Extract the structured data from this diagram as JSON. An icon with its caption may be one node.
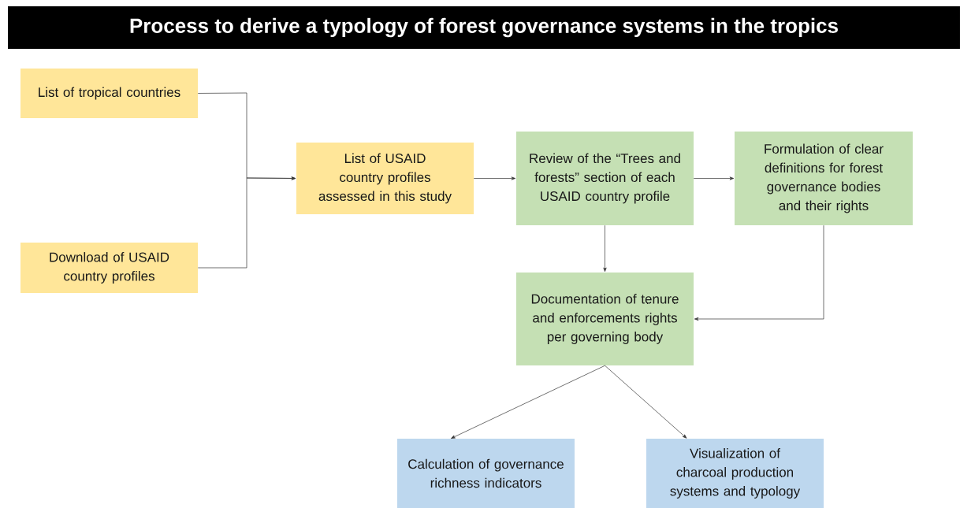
{
  "diagram": {
    "title": "Process to derive a typology of forest governance systems in the tropics",
    "nodes": [
      {
        "text": [
          "List of tropical countries"
        ]
      },
      {
        "text": [
          "Download of USAID country profiles"
        ]
      },
      {
        "text": [
          "List of USAID country profiles assessed in this study"
        ]
      },
      {
        "text": [
          "Review of the “Trees and forests” section of each USAID country profile"
        ]
      },
      {
        "text": [
          "Formulation of clear definitions for forest governance bodies and their rights"
        ]
      },
      {
        "text": [
          "Documentation of tenure and enforcements rights per governing body"
        ]
      },
      {
        "text": [
          "Calculation of governance richness indicators"
        ]
      },
      {
        "text": [
          "Visualization of charcoal production systems and typology"
        ]
      }
    ],
    "edges": [
      {
        "from": 0,
        "to": 2,
        "arrow": "to"
      },
      {
        "from": 1,
        "to": 2,
        "arrow": "to"
      },
      {
        "from": 2,
        "to": 3,
        "arrow": "to"
      },
      {
        "from": 3,
        "to": 4,
        "arrow": "to"
      },
      {
        "from": 3,
        "to": 5,
        "arrow": "to"
      },
      {
        "from": 4,
        "to": 5,
        "arrow": "to"
      },
      {
        "from": 5,
        "to": 6,
        "arrow": "to"
      },
      {
        "from": 5,
        "to": 7,
        "arrow": "to"
      }
    ]
  }
}
